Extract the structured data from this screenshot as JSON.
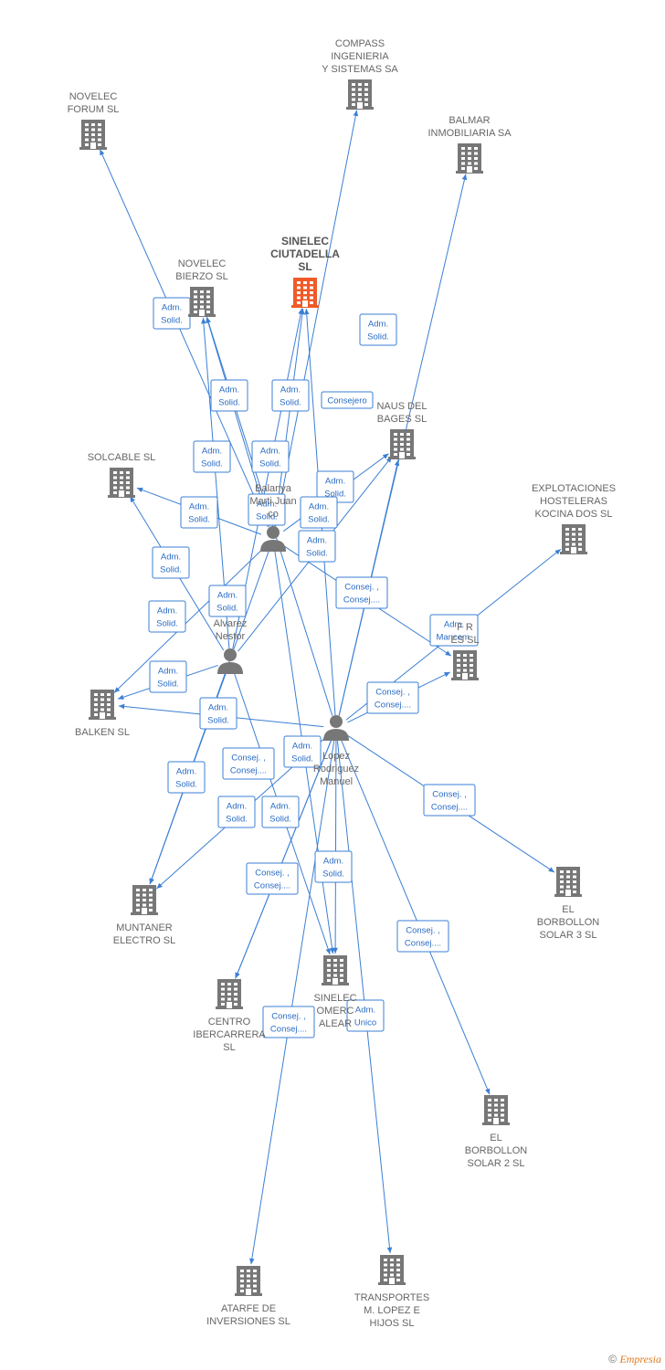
{
  "colors": {
    "edge": "#3b7fd4",
    "company": "#777777",
    "main_company": "#f05a28",
    "person": "#777777"
  },
  "nodes": {
    "sinelec_ciutadella": {
      "kind": "company",
      "main": true,
      "lines": [
        "SINELEC",
        "CIUTADELLA",
        "SL"
      ]
    },
    "compass": {
      "kind": "company",
      "lines": [
        "COMPASS",
        "INGENIERIA",
        "Y SISTEMAS SA"
      ]
    },
    "novelec_forum": {
      "kind": "company",
      "lines": [
        "NOVELEC",
        "FORUM  SL"
      ]
    },
    "balmar": {
      "kind": "company",
      "lines": [
        "BALMAR",
        "INMOBILIARIA SA"
      ]
    },
    "novelec_bierzo": {
      "kind": "company",
      "lines": [
        "NOVELEC",
        "BIERZO  SL"
      ]
    },
    "naus_bages": {
      "kind": "company",
      "lines": [
        "NAUS DEL",
        "BAGES SL"
      ]
    },
    "solcable": {
      "kind": "company",
      "lines": [
        "SOLCABLE SL"
      ]
    },
    "explotaciones": {
      "kind": "company",
      "lines": [
        "EXPLOTACIONES",
        "HOSTELERAS",
        "KOCINA DOS SL"
      ]
    },
    "partial_es": {
      "kind": "company",
      "lines": [
        "F         R",
        "ES SL"
      ]
    },
    "balken": {
      "kind": "company",
      "lines": [
        "BALKEN SL"
      ]
    },
    "muntaner": {
      "kind": "company",
      "lines": [
        "MUNTANER",
        "ELECTRO SL"
      ]
    },
    "borbollon3": {
      "kind": "company",
      "lines": [
        "EL",
        "BORBOLLON",
        "SOLAR 3 SL"
      ]
    },
    "sinelec_comercial": {
      "kind": "company",
      "lines": [
        "SINELEC",
        "OMERC",
        "ALEAR"
      ]
    },
    "centro": {
      "kind": "company",
      "lines": [
        "CENTRO",
        "IBERCARRERA",
        "SL"
      ]
    },
    "borbollon2": {
      "kind": "company",
      "lines": [
        "EL",
        "BORBOLLON",
        "SOLAR 2 SL"
      ]
    },
    "atarfe": {
      "kind": "company",
      "lines": [
        "ATARFE DE",
        "INVERSIONES SL"
      ]
    },
    "transportes": {
      "kind": "company",
      "lines": [
        "TRANSPORTES",
        "M.  LOPEZ E",
        "HIJOS SL"
      ]
    },
    "balanya": {
      "kind": "person",
      "lines": [
        "Balanya",
        "Marti Juan",
        "co"
      ]
    },
    "alvarez": {
      "kind": "person",
      "lines": [
        "Alvarez",
        "Nestor"
      ]
    },
    "lopez": {
      "kind": "person",
      "lines": [
        "Lopez",
        "Rodriguez",
        "Manuel"
      ]
    }
  },
  "edge_labels": {
    "adm_solid": [
      "Adm.",
      "Solid."
    ],
    "consej_consej": [
      "Consej. ,",
      "Consej...."
    ],
    "consejero": [
      "Consejero"
    ],
    "adm_mancom": [
      "Adm.",
      "Mancom."
    ],
    "adm_unico": [
      "Adm.",
      "Unico"
    ]
  },
  "edges": [
    {
      "from": "balanya",
      "to": "novelec_forum",
      "label": "adm_solid"
    },
    {
      "from": "balanya",
      "to": "novelec_bierzo",
      "label": "adm_solid"
    },
    {
      "from": "balanya",
      "to": "sinelec_ciutadella",
      "label": "adm_solid"
    },
    {
      "from": "balanya",
      "to": "compass",
      "label": "consejero"
    },
    {
      "from": "balanya",
      "to": "solcable",
      "label": "adm_solid"
    },
    {
      "from": "balanya",
      "to": "naus_bages",
      "label": "adm_solid"
    },
    {
      "from": "balanya",
      "to": "partial_es",
      "label": "adm_solid"
    },
    {
      "from": "balanya",
      "to": "balken",
      "label": "adm_solid"
    },
    {
      "from": "balanya",
      "to": "muntaner",
      "label": "adm_solid"
    },
    {
      "from": "balanya",
      "to": "sinelec_comercial",
      "label": "adm_solid"
    },
    {
      "from": "alvarez",
      "to": "novelec_bierzo",
      "label": "adm_solid"
    },
    {
      "from": "alvarez",
      "to": "sinelec_ciutadella",
      "label": "adm_solid"
    },
    {
      "from": "alvarez",
      "to": "solcable",
      "label": "adm_solid"
    },
    {
      "from": "alvarez",
      "to": "balken",
      "label": "adm_solid"
    },
    {
      "from": "alvarez",
      "to": "naus_bages",
      "label": "adm_solid"
    },
    {
      "from": "alvarez",
      "to": "muntaner",
      "label": "adm_solid"
    },
    {
      "from": "alvarez",
      "to": "sinelec_comercial",
      "label": "adm_solid"
    },
    {
      "from": "lopez",
      "to": "sinelec_ciutadella",
      "label": "adm_solid"
    },
    {
      "from": "lopez",
      "to": "balmar",
      "label": "adm_solid"
    },
    {
      "from": "lopez",
      "to": "novelec_bierzo",
      "label": "adm_solid"
    },
    {
      "from": "lopez",
      "to": "naus_bages",
      "label": "consej_consej"
    },
    {
      "from": "lopez",
      "to": "explotaciones",
      "label": "adm_mancom"
    },
    {
      "from": "lopez",
      "to": "partial_es",
      "label": "consej_consej"
    },
    {
      "from": "lopez",
      "to": "balken",
      "label": "adm_solid"
    },
    {
      "from": "lopez",
      "to": "muntaner",
      "label": "adm_solid"
    },
    {
      "from": "lopez",
      "to": "centro",
      "label": "consej_consej"
    },
    {
      "from": "lopez",
      "to": "borbollon3",
      "label": "consej_consej"
    },
    {
      "from": "lopez",
      "to": "sinelec_comercial",
      "label": "adm_solid"
    },
    {
      "from": "lopez",
      "to": "borbollon2",
      "label": "consej_consej"
    },
    {
      "from": "lopez",
      "to": "atarfe",
      "label": "consej_consej"
    },
    {
      "from": "lopez",
      "to": "transportes",
      "label": "adm_unico"
    },
    {
      "from": "lopez",
      "to": "centro",
      "label": "consej_consej"
    }
  ],
  "footer": {
    "copyright": "©",
    "brand": "Empresia"
  }
}
